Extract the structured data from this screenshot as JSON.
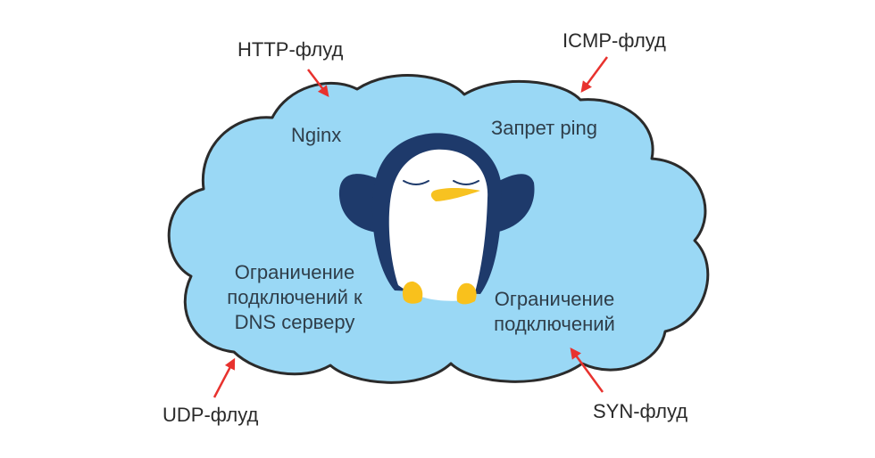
{
  "colors": {
    "cloud_fill": "#9ad8f5",
    "cloud_stroke": "#2b2b2b",
    "arrow": "#e8322e",
    "penguin_body": "#1e3a6b",
    "penguin_belly": "#ffffff",
    "beak": "#f7c221",
    "feet": "#f9c11c"
  },
  "icons": [
    "cloud-icon",
    "penguin-icon",
    "arrow-icon"
  ],
  "threats": {
    "http": "HTTP-флуд",
    "icmp": "ICMP-флуд",
    "udp": "UDP-флуд",
    "syn": "SYN-флуд"
  },
  "defenses": {
    "nginx": "Nginx",
    "ping": "Запрет ping",
    "dns": [
      "Ограничение",
      "подключений к",
      "DNS серверу"
    ],
    "conn": [
      "Ограничение",
      "подключений"
    ]
  }
}
